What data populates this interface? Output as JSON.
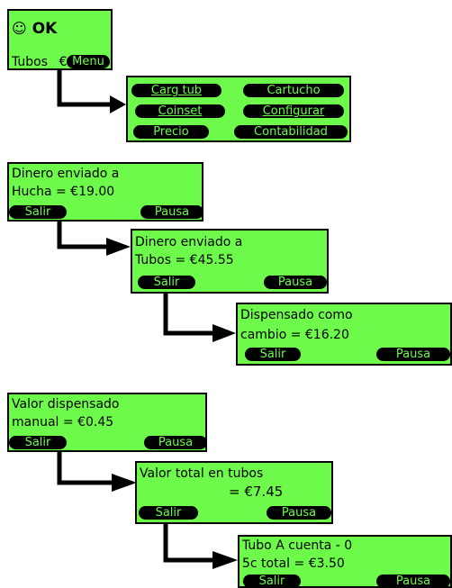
{
  "status": {
    "icon": "smiley-icon",
    "state": "OK",
    "tubes_label": "Tubos",
    "tubes_amount": "€6.58",
    "menu_button": "Menu"
  },
  "main_menu": {
    "items": [
      "Carg tub",
      "Cartucho",
      "Coinset",
      "Configurar",
      "Precio",
      "Contabilidad"
    ]
  },
  "screens": {
    "hucha": {
      "line1": "Dinero enviado a",
      "line2": "Hucha  = €19.00",
      "left": "Salir",
      "right": "Pausa"
    },
    "tubos": {
      "line1": "Dinero enviado a",
      "line2": "Tubos  = €45.55",
      "left": "Salir",
      "right": "Pausa"
    },
    "cambio": {
      "line1": "Dispensado como",
      "line2": "cambio  = €16.20",
      "left": "Salir",
      "right": "Pausa"
    },
    "manual": {
      "line1": "Valor dispensado",
      "line2": "manual  = €0.45",
      "left": "Salir",
      "right": "Pausa"
    },
    "total_tubos": {
      "line1": "Valor total en tubos",
      "line2": "= €7.45",
      "left": "Salir",
      "right": "Pausa"
    },
    "tubo_a": {
      "line1": "Tubo A cuenta  -  0",
      "line2": "5c total  = €3.50",
      "left": "Salir",
      "right": "Pausa"
    }
  },
  "colors": {
    "screen_background": "#6dfa4a",
    "ink": "#000000"
  }
}
